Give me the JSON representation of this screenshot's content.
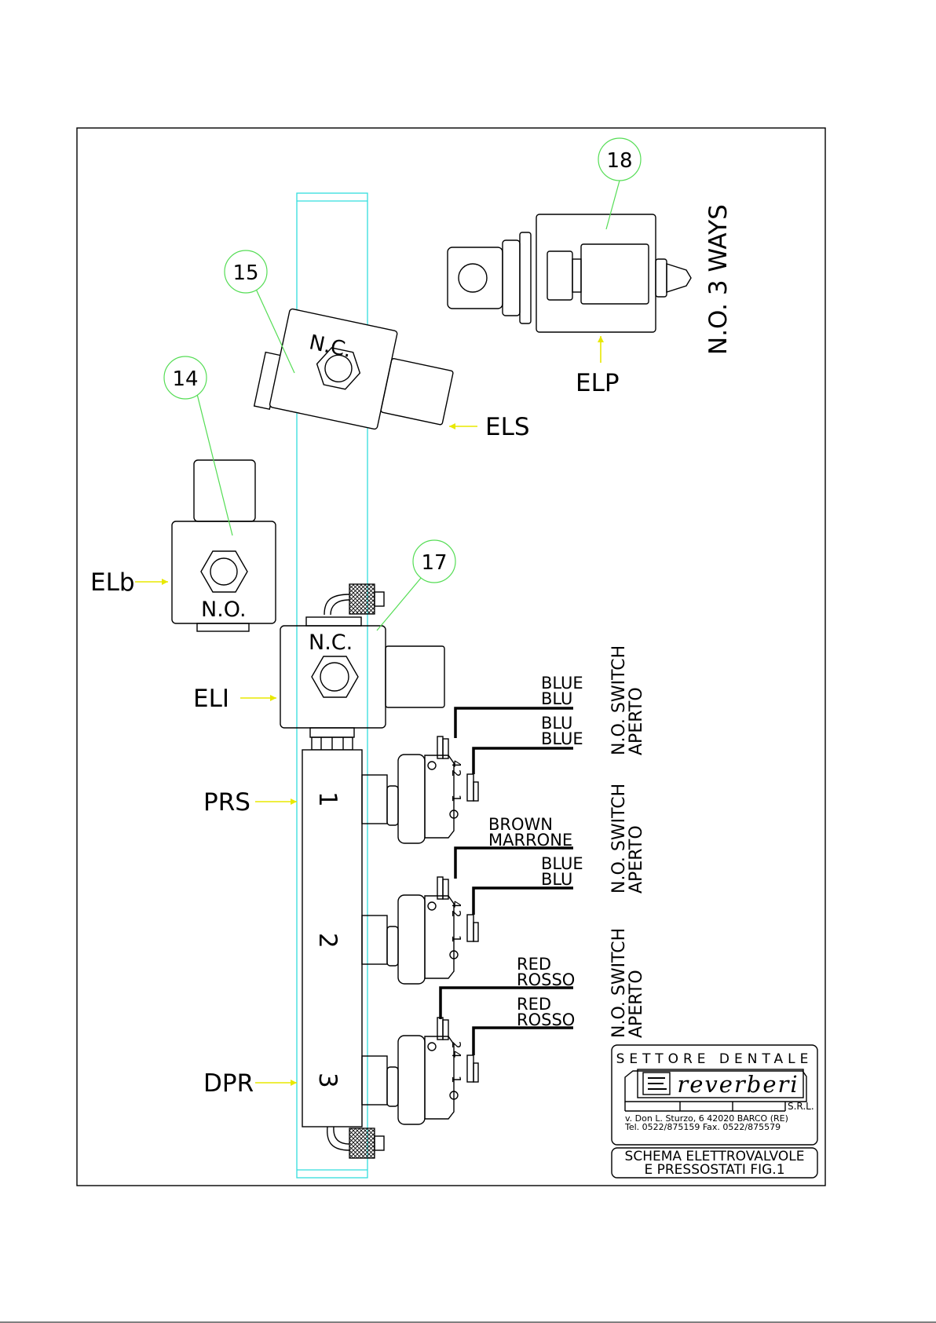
{
  "callouts": {
    "c14": "14",
    "c15": "15",
    "c17": "17",
    "c18": "18"
  },
  "valves": {
    "elb_label": "ELb",
    "elb_state": "N.O.",
    "els_label": "ELS",
    "els_state": "N.C.",
    "eli_label": "ELI",
    "eli_state": "N.C.",
    "elp_label": "ELP",
    "elp_ways": "N.O. 3 WAYS"
  },
  "manifold": {
    "prs_label": "PRS",
    "dpr_label": "DPR",
    "port1": "1",
    "port2": "2",
    "port3": "3"
  },
  "switches": [
    {
      "wire_a_1": "BLUE",
      "wire_a_2": "BLU",
      "wire_b_1": "BLU",
      "wire_b_2": "BLUE",
      "type_1": "N.O. SWITCH",
      "type_2": "APERTO",
      "pin_a": "4",
      "pin_b": "2",
      "pin_c": "1"
    },
    {
      "wire_a_1": "BROWN",
      "wire_a_2": "MARRONE",
      "wire_b_1": "BLUE",
      "wire_b_2": "BLU",
      "type_1": "N.O. SWITCH",
      "type_2": "APERTO",
      "pin_a": "4",
      "pin_b": "2",
      "pin_c": "1"
    },
    {
      "wire_a_1": "RED",
      "wire_a_2": "ROSSO",
      "wire_b_1": "RED",
      "wire_b_2": "ROSSO",
      "type_1": "N.O. SWITCH",
      "type_2": "APERTO",
      "pin_a": "2",
      "pin_b": "4",
      "pin_c": "1"
    }
  ],
  "title_block": {
    "sector": "SETTORE DENTALE",
    "brand": "reverberi",
    "company_suffix": "S.R.L.",
    "address": "v. Don L. Sturzo, 6   42020 BARCO (RE)",
    "phone": "Tel. 0522/875159    Fax.  0522/875579",
    "title_line1": "SCHEMA ELETTROVALVOLE",
    "title_line2": "E PRESSOSTATI FIG.1"
  },
  "colors": {
    "callout_circle": "#55dd55",
    "arrows": "#e8e800",
    "frame_guides": "#33dddd",
    "lines": "#000000"
  }
}
